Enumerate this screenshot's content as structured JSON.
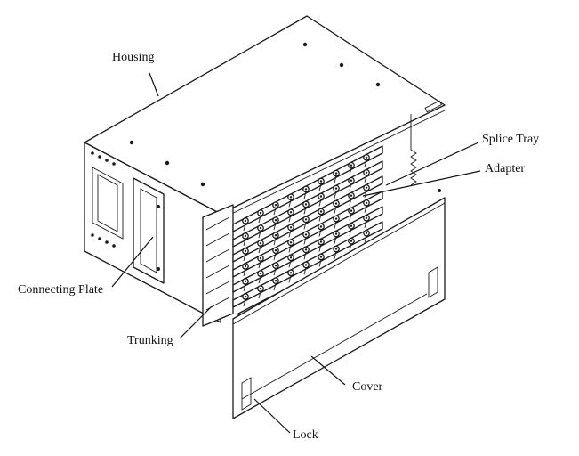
{
  "labels": {
    "housing": "Housing",
    "splice_tray": "Splice Tray",
    "adapter": "Adapter",
    "connecting_plate": "Connecting Plate",
    "trunking": "Trunking",
    "cover": "Cover",
    "lock": "Lock"
  },
  "colors": {
    "ink": "#1a1a1a",
    "paper": "#ffffff"
  }
}
